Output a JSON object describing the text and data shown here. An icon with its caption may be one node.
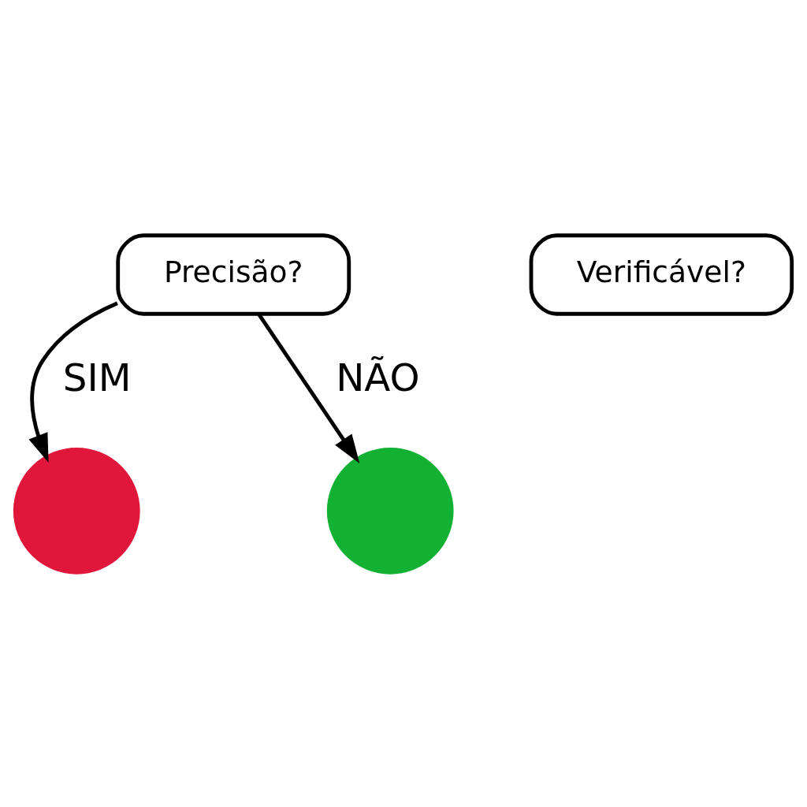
{
  "diagram": {
    "nodes": [
      {
        "text": [
          "Precisão?"
        ]
      },
      {
        "text": [],
        "shape": "circle"
      },
      {
        "text": [],
        "shape": "circle"
      },
      {
        "text": [
          "Verificável?"
        ]
      }
    ],
    "edges": [
      {
        "from": 0,
        "to": 1,
        "arrow": "to",
        "label": "SIM"
      },
      {
        "from": 0,
        "to": 2,
        "arrow": "to",
        "label": "NÃO"
      }
    ]
  }
}
